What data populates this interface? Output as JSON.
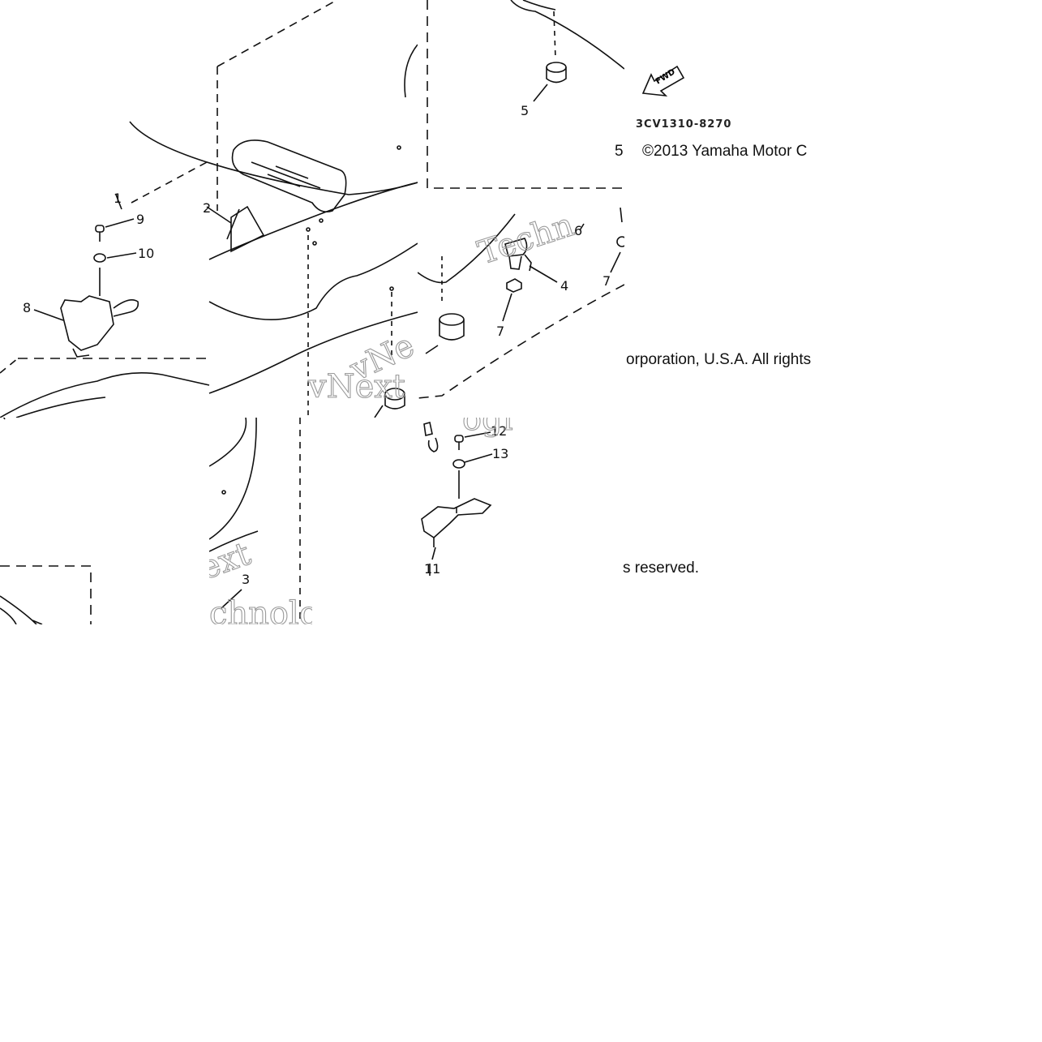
{
  "diagram": {
    "part_code": "3CV1310-8270",
    "copyright_line1": "©2013 Yamaha Motor C",
    "copyright_line2": "orporation, U.S.A. All rights",
    "copyright_line3": "s reserved.",
    "fwd_label": "FWD",
    "callouts": {
      "c1": "1",
      "c2": "2",
      "c3": "3",
      "c4": "4",
      "c5a": "5",
      "c5b": "5",
      "c6": "6",
      "c7a": "7",
      "c7b": "7",
      "c8": "8",
      "c9": "9",
      "c10": "10",
      "c11": "11",
      "c12": "12",
      "c13": "13"
    },
    "watermarks": {
      "w1": "Techn",
      "w2": "vNext",
      "w3": "vNe",
      "w4": "ext",
      "w5": "chnologi",
      "w6": "ogi"
    }
  }
}
